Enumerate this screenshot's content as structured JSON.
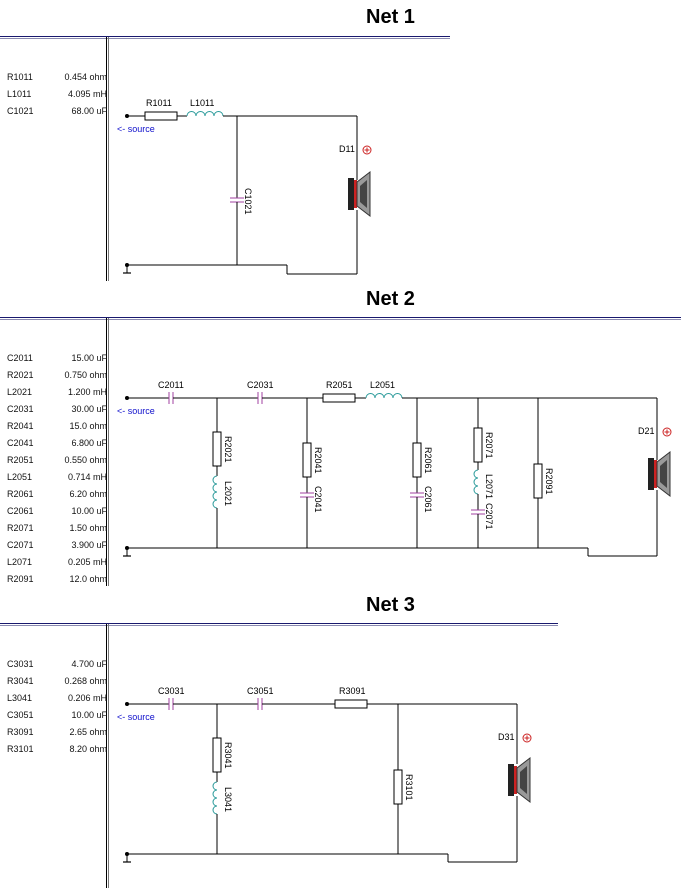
{
  "nets": [
    {
      "title": "Net 1",
      "parts": [
        {
          "ref": "R1011",
          "value": "0.454 ohm"
        },
        {
          "ref": "L1011",
          "value": "4.095 mH"
        },
        {
          "ref": "C1021",
          "value": "68.00 uF"
        }
      ],
      "labels": {
        "source": "<- source",
        "R1011": "R1011",
        "L1011": "L1011",
        "C1021": "C1021",
        "D11": "D11"
      }
    },
    {
      "title": "Net 2",
      "parts": [
        {
          "ref": "C2011",
          "value": "15.00 uF"
        },
        {
          "ref": "R2021",
          "value": "0.750 ohm"
        },
        {
          "ref": "L2021",
          "value": "1.200 mH"
        },
        {
          "ref": "C2031",
          "value": "30.00 uF"
        },
        {
          "ref": "R2041",
          "value": "15.0 ohm"
        },
        {
          "ref": "C2041",
          "value": "6.800 uF"
        },
        {
          "ref": "R2051",
          "value": "0.550 ohm"
        },
        {
          "ref": "L2051",
          "value": "0.714 mH"
        },
        {
          "ref": "R2061",
          "value": "6.20 ohm"
        },
        {
          "ref": "C2061",
          "value": "10.00 uF"
        },
        {
          "ref": "R2071",
          "value": "1.50 ohm"
        },
        {
          "ref": "C2071",
          "value": "3.900 uF"
        },
        {
          "ref": "L2071",
          "value": "0.205 mH"
        },
        {
          "ref": "R2091",
          "value": "12.0 ohm"
        }
      ],
      "labels": {
        "source": "<- source",
        "C2011": "C2011",
        "C2031": "C2031",
        "R2051": "R2051",
        "L2051": "L2051",
        "R2021": "R2021",
        "L2021": "L2021",
        "R2041": "R2041",
        "C2041": "C2041",
        "R2061": "R2061",
        "C2061": "C2061",
        "R2071": "R2071",
        "L2071": "L2071",
        "C2071": "C2071",
        "R2091": "R2091",
        "D21": "D21"
      }
    },
    {
      "title": "Net 3",
      "parts": [
        {
          "ref": "C3031",
          "value": "4.700 uF"
        },
        {
          "ref": "R3041",
          "value": "0.268 ohm"
        },
        {
          "ref": "L3041",
          "value": "0.206 mH"
        },
        {
          "ref": "C3051",
          "value": "10.00 uF"
        },
        {
          "ref": "R3091",
          "value": "2.65 ohm"
        },
        {
          "ref": "R3101",
          "value": "8.20 ohm"
        }
      ],
      "labels": {
        "source": "<- source",
        "C3031": "C3031",
        "C3051": "C3051",
        "R3091": "R3091",
        "R3041": "R3041",
        "L3041": "L3041",
        "R3101": "R3101",
        "D31": "D31"
      }
    }
  ],
  "colors": {
    "wire": "#000000",
    "resistor": "#000000",
    "inductor": "#2a9a9a",
    "capacitor": "#a040a0",
    "source_label": "#1010cc",
    "speaker_accent": "#cc2222",
    "rule": "#1a1a6e"
  }
}
